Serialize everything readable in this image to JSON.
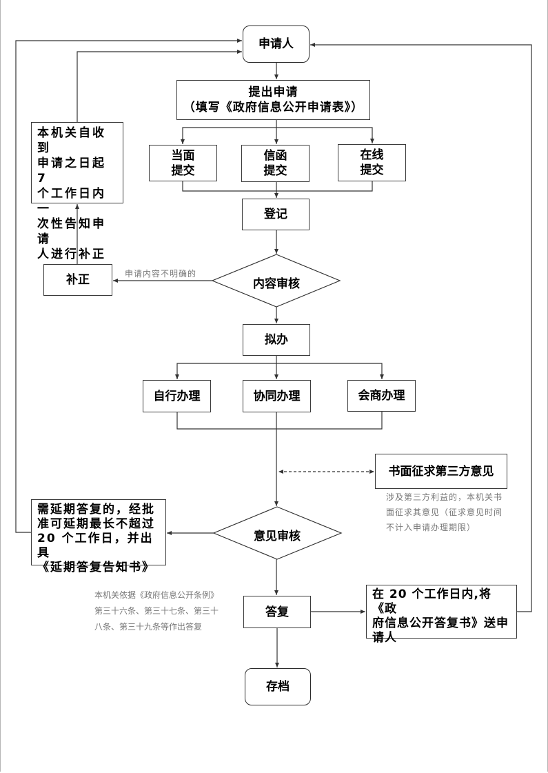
{
  "flowchart": {
    "applicant": "申请人",
    "submit": {
      "line1": "提出申请",
      "line2": "（填写《政府信息公开申请表》）"
    },
    "channels": [
      {
        "line1": "当面",
        "line2": "提交"
      },
      {
        "line1": "信函",
        "line2": "提交"
      },
      {
        "line1": "在线",
        "line2": "提交"
      }
    ],
    "register": "登记",
    "content_review": "内容审核",
    "unclear_label": "申请内容不明确的",
    "supplement": "补正",
    "notice_box": {
      "lines": [
        "本机关自收到",
        "申请之日起 7",
        "个工作日内一",
        "次性告知申请",
        "人进行补正"
      ]
    },
    "draft": "拟办",
    "handling": [
      "自行办理",
      "协同办理",
      "会商办理"
    ],
    "third_party": "书面征求第三方意见",
    "third_party_note": {
      "lines": [
        "涉及第三方利益的，本机关书",
        "面征求其意见（征求意见时间",
        "不计入申请办理期限）"
      ]
    },
    "opinion_review": "意见审核",
    "extension_box": {
      "lines": [
        "需延期答复的，经批",
        "准可延期最长不超过",
        "20 个工作日，并出具",
        "《延期答复告知书》"
      ]
    },
    "reply": "答复",
    "reply_note": {
      "lines": [
        "本机关依据《政府信息公开条例》",
        "第三十六条、第三十七条、第三十",
        "八条、第三十九条等作出答复"
      ]
    },
    "deliver_box": {
      "lines": [
        "在 20 个工作日内,将《政",
        "府信息公开答复书》送申",
        "请人"
      ]
    },
    "archive": "存档"
  }
}
